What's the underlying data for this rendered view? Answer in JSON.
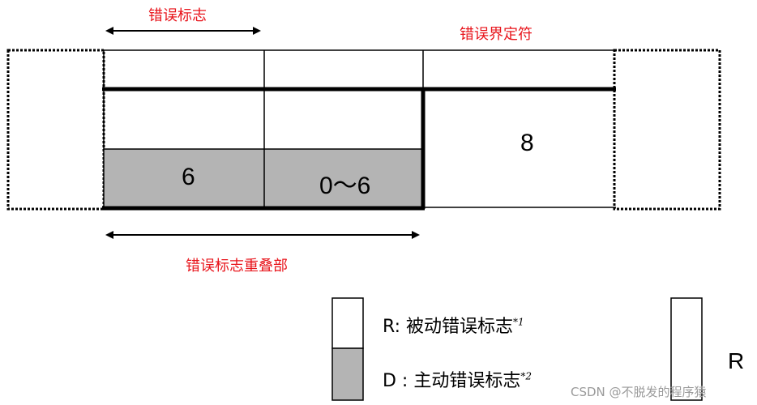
{
  "labels": {
    "error_flag": "错误标志",
    "error_delimiter": "错误界定符",
    "error_flag_overlap": "错误标志重叠部"
  },
  "cells": {
    "active_flag_value": "6",
    "overlap_value": "0～6",
    "delimiter_value": "8"
  },
  "legend": {
    "r_label": "R:  被动错误标志",
    "r_sup": "*1",
    "d_label": "D :  主动错误标志",
    "d_sup": "*2",
    "r_box_label": "R"
  },
  "colors": {
    "gray_fill": "#b4b4b4",
    "red_text": "#e8141b"
  },
  "watermark": "CSDN @不脱发的程序猿"
}
